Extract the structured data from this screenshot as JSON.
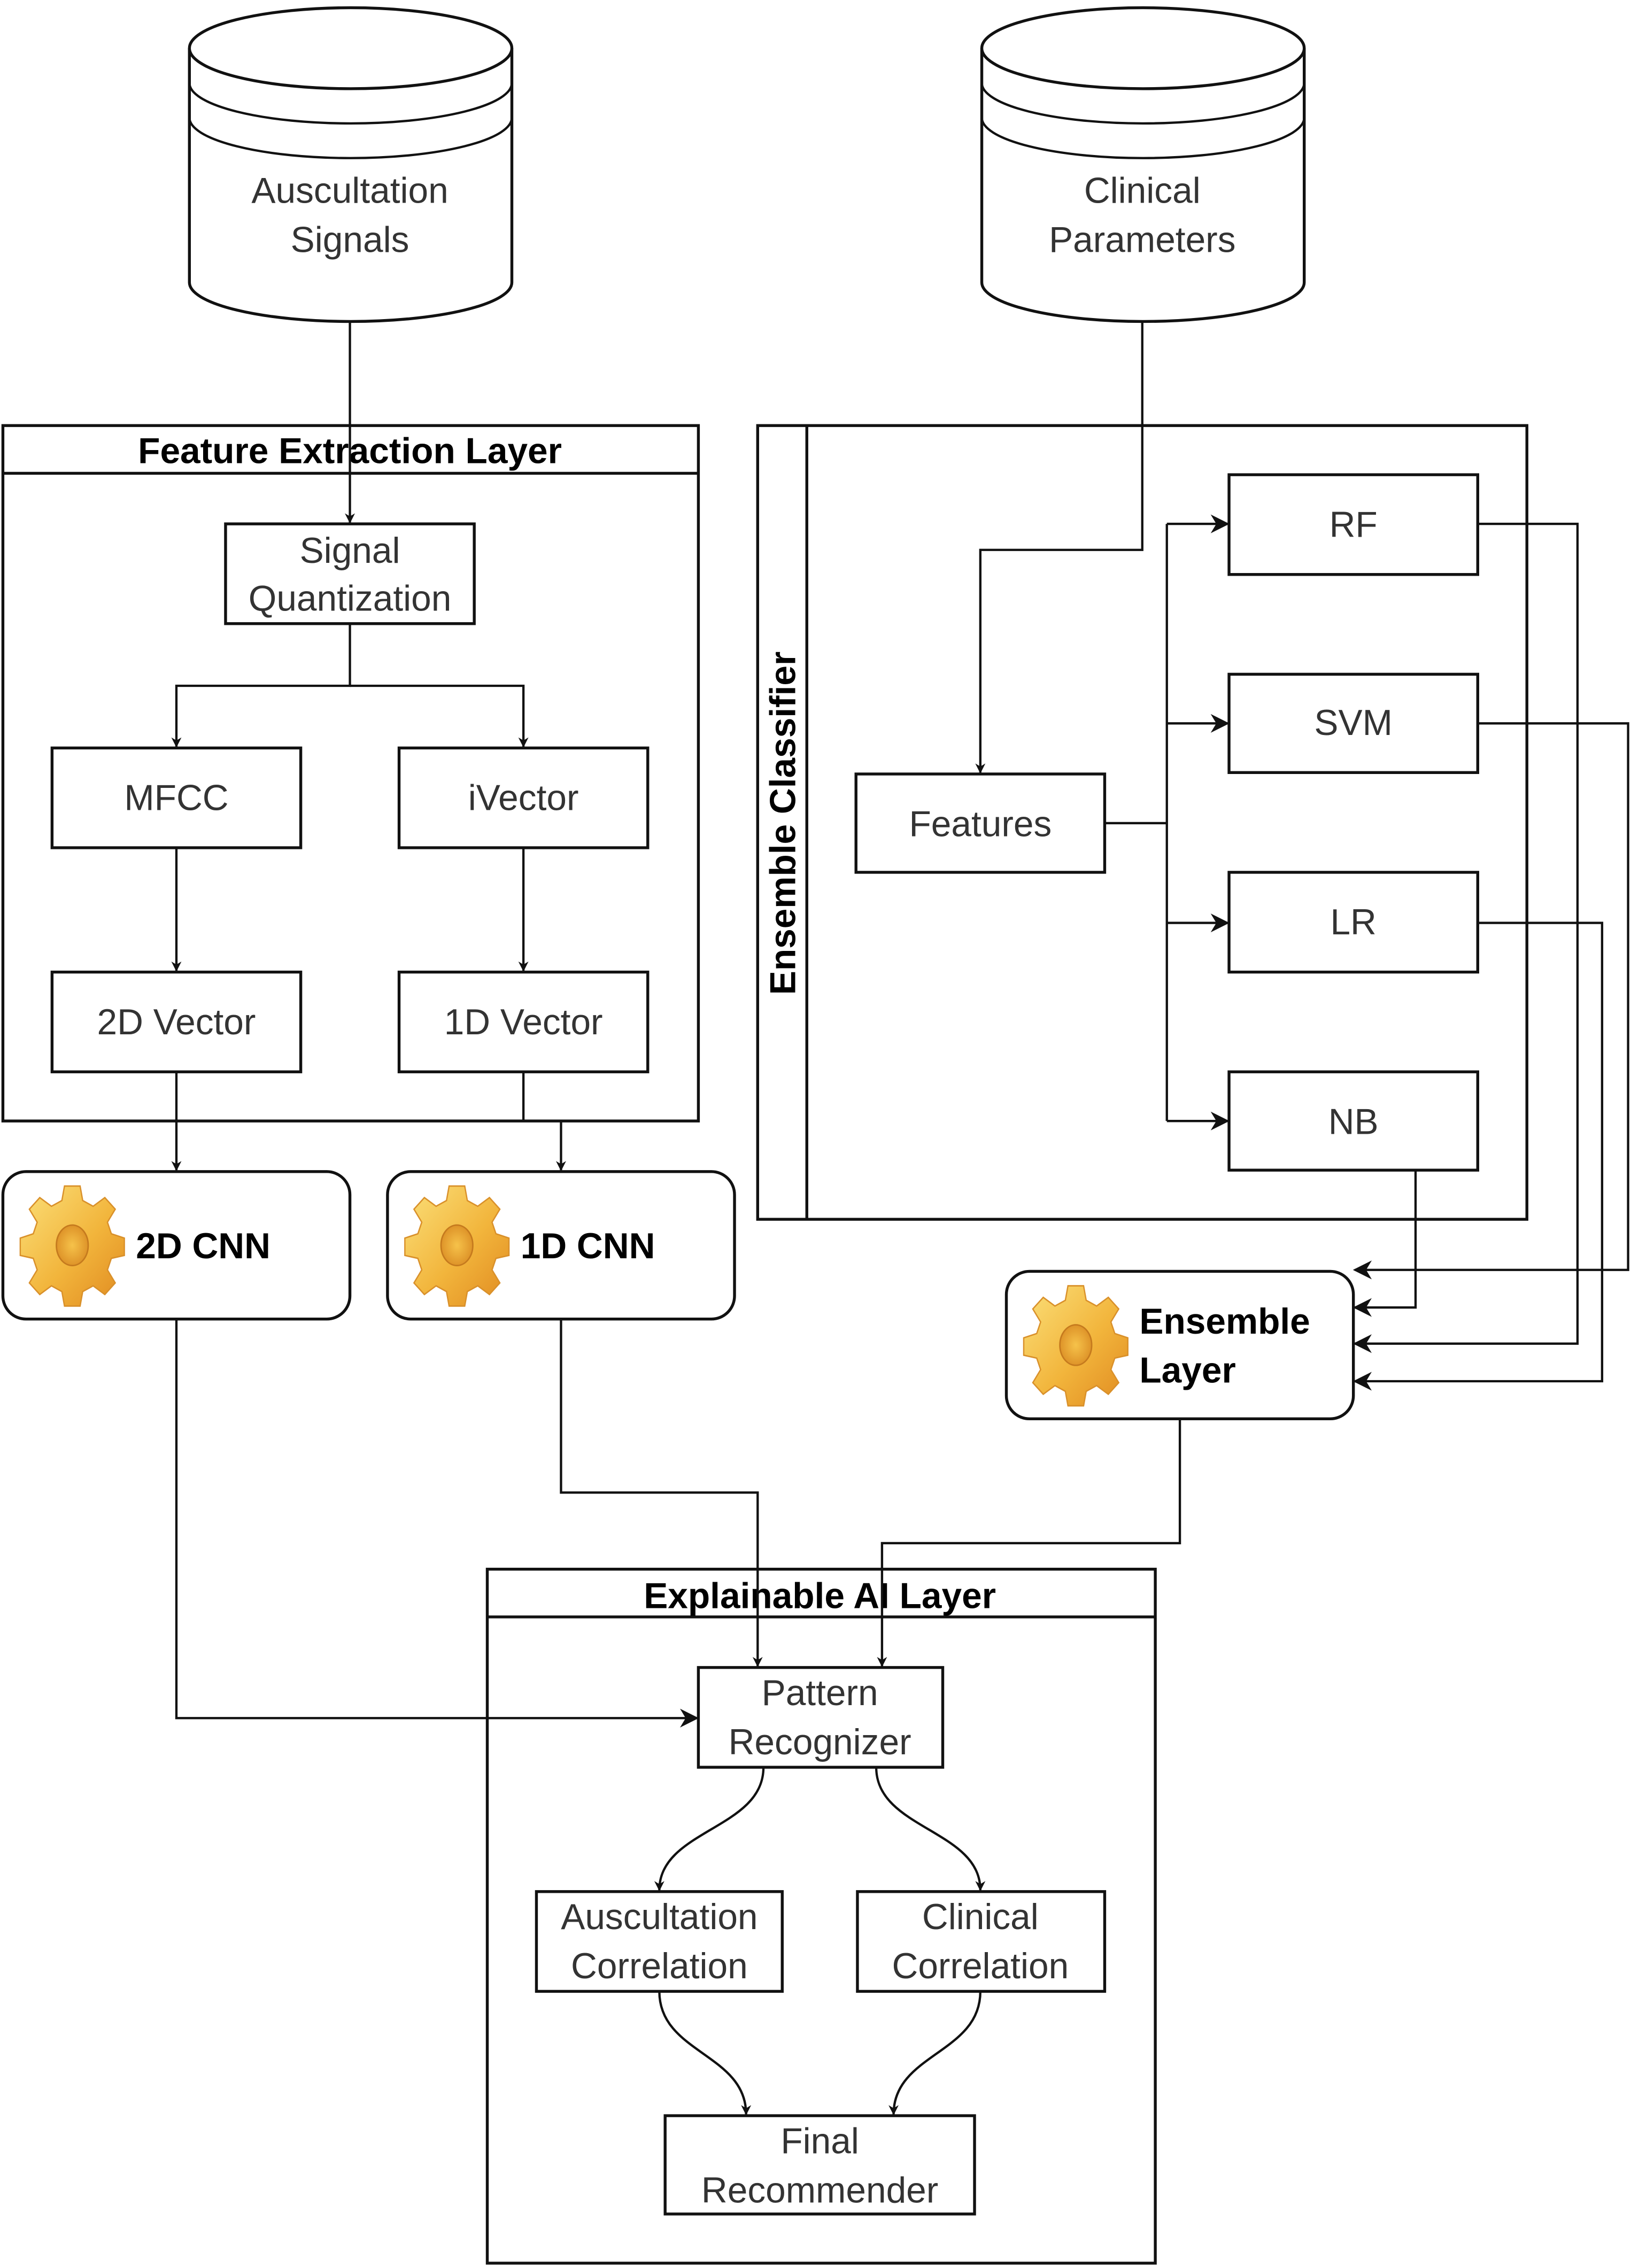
{
  "colors": {
    "stroke": "#111111",
    "text": "#333333",
    "gear_light": "#f7cf55",
    "gear_dark": "#e08a20"
  },
  "data_sources": {
    "auscultation": [
      "Auscultation",
      "Signals"
    ],
    "clinical": [
      "Clinical",
      "Parameters"
    ]
  },
  "feature_extraction": {
    "title": "Feature Extraction Layer",
    "signal_quantization": [
      "Signal",
      "Quantization"
    ],
    "mfcc": "MFCC",
    "ivector": "iVector",
    "vector_2d": "2D Vector",
    "vector_1d": "1D Vector"
  },
  "models": {
    "cnn_2d": "2D CNN",
    "cnn_1d": "1D CNN",
    "icon": "gear-icon"
  },
  "ensemble_classifier": {
    "title": "Ensemble Classifier",
    "features": "Features",
    "classifiers": [
      "RF",
      "SVM",
      "LR",
      "NB"
    ]
  },
  "ensemble_layer": {
    "label": [
      "Ensemble",
      "Layer"
    ],
    "icon": "gear-icon"
  },
  "xai": {
    "title": "Explainable AI Layer",
    "pattern_recognizer": [
      "Pattern",
      "Recognizer"
    ],
    "auscultation_correlation": [
      "Auscultation",
      "Correlation"
    ],
    "clinical_correlation": [
      "Clinical",
      "Correlation"
    ],
    "final_recommender": [
      "Final",
      "Recommender"
    ]
  }
}
